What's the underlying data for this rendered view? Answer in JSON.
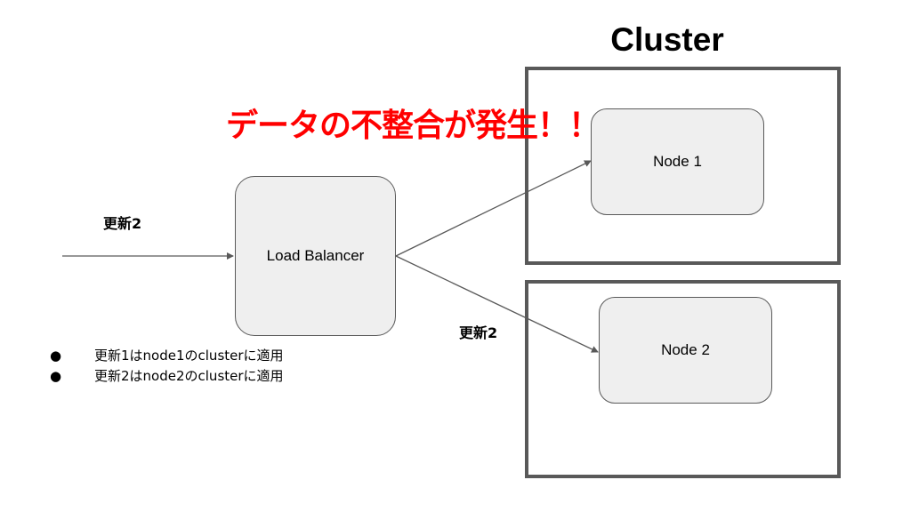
{
  "title": "Cluster",
  "alert": "データの不整合が発生！！",
  "load_balancer": {
    "label": "Load Balancer"
  },
  "nodes": [
    {
      "label": "Node 1"
    },
    {
      "label": "Node 2"
    }
  ],
  "update_labels": {
    "incoming": "更新2",
    "to_node2": "更新2"
  },
  "notes": [
    {
      "bullet": "●",
      "text": "更新1はnode1のclusterに適用"
    },
    {
      "bullet": "●",
      "text": "更新2はnode2のclusterに適用"
    }
  ],
  "colors": {
    "alert": "#ff0000",
    "border": "#595959",
    "node_fill": "#efefef"
  }
}
